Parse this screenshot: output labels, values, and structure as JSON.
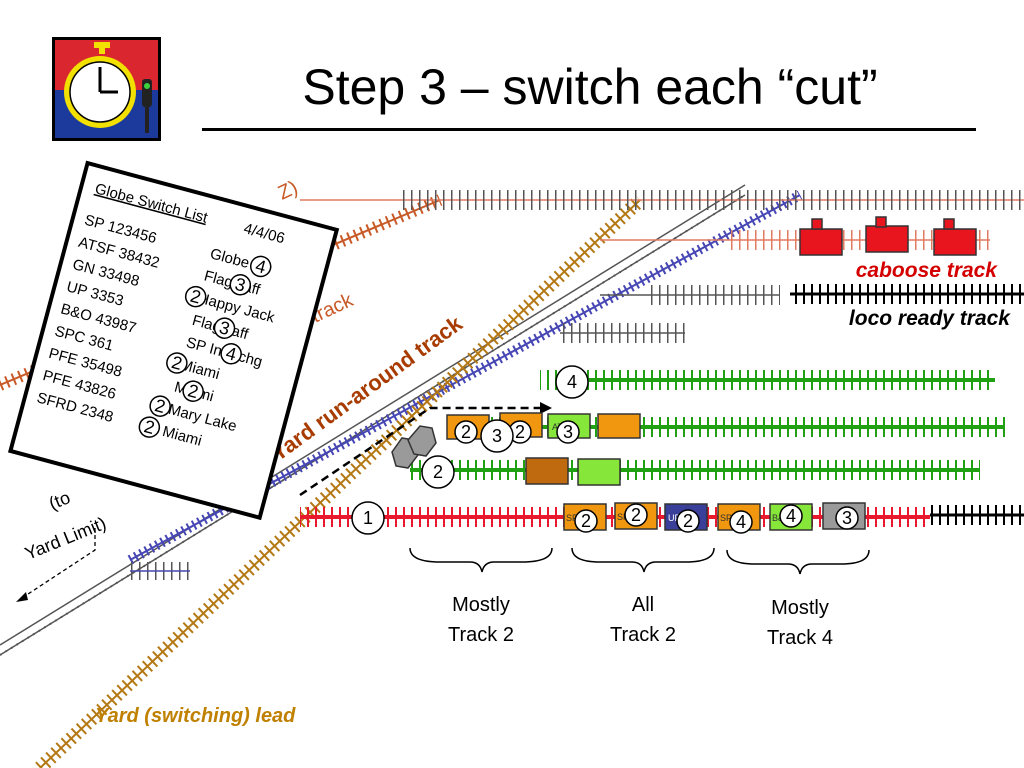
{
  "title": "Step 3 – switch each “cut”",
  "labels": {
    "caboose_track": "caboose track",
    "loco_ready_track": "loco ready track",
    "run_around_track": "Yard run-around track",
    "yard_lead": "Yard (switching) lead",
    "to_yard_limit_1": "(to",
    "to_yard_limit_2": "Yard Limit)",
    "partial_z": "Z)",
    "partial_track": "e track"
  },
  "switch_list": {
    "title": "Globe Switch List",
    "date": "4/4/06",
    "rows": [
      {
        "car": "SP 123456",
        "dest": "Globe",
        "track": "4"
      },
      {
        "car": "ATSF 38432",
        "dest": "Flagstaff",
        "track": "3"
      },
      {
        "car": "GN 33498",
        "dest": "Happy Jack",
        "track": "2"
      },
      {
        "car": "UP 3353",
        "dest": "Flagstaff",
        "track": "3"
      },
      {
        "car": "B&O 43987",
        "dest": "SP Interchg",
        "track": "4"
      },
      {
        "car": "SPC 361",
        "dest": "Miami",
        "track": "2"
      },
      {
        "car": "PFE 35498",
        "dest": "Miami",
        "track": "2"
      },
      {
        "car": "PFE 43826",
        "dest": "Mary Lake",
        "track": "2"
      },
      {
        "car": "SFRD 2348",
        "dest": "Miami",
        "track": "2"
      }
    ]
  },
  "track_numbers": [
    "1",
    "2",
    "3",
    "4"
  ],
  "car_marks": [
    "SFRD",
    "SPC",
    "UP",
    "SP",
    "B&O",
    "SP",
    "ATSF"
  ],
  "car_tags": [
    "2",
    "2",
    "2",
    "4",
    "4",
    "3",
    "2",
    "2",
    "3"
  ],
  "groups": [
    {
      "line1": "Mostly",
      "line2": "Track 2"
    },
    {
      "line1": "All",
      "line2": "Track 2"
    },
    {
      "line1": "Mostly",
      "line2": "Track 4"
    }
  ],
  "colors": {
    "track1": "#e8192c",
    "track_green": "#22a014",
    "orange_car": "#f0960f",
    "green_car": "#86e63a",
    "blue_car": "#3a3f9a",
    "gray_car": "#9a9a9a",
    "caboose": "#e8141e",
    "caboose_label": "#d40000",
    "run_around_label": "#a83c00",
    "yard_lead_label": "#c08000",
    "blue_track": "#4646b4",
    "orange_track": "#c85a28",
    "brown_track": "#b47814"
  },
  "icons": [
    "pocket-watch-icon",
    "signal-icon"
  ]
}
